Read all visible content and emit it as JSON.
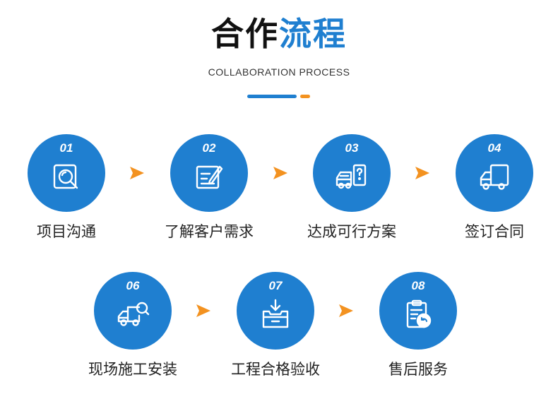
{
  "header": {
    "title_black": "合作",
    "title_blue": "流程",
    "subtitle": "COLLABORATION PROCESS"
  },
  "colors": {
    "accent": "#1f7fd0",
    "arrow": "#f39220",
    "text": "#222222"
  },
  "steps": [
    {
      "num": "01",
      "label": "项目沟通",
      "icon": "search-document-icon"
    },
    {
      "num": "02",
      "label": "了解客户需求",
      "icon": "edit-note-icon"
    },
    {
      "num": "03",
      "label": "达成可行方案",
      "icon": "vehicle-question-icon"
    },
    {
      "num": "04",
      "label": "签订合同",
      "icon": "delivery-truck-icon"
    },
    {
      "num": "06",
      "label": "现场施工安装",
      "icon": "truck-search-icon"
    },
    {
      "num": "07",
      "label": "工程合格验收",
      "icon": "inbox-download-icon"
    },
    {
      "num": "08",
      "label": "售后服务",
      "icon": "clipboard-return-icon"
    }
  ]
}
